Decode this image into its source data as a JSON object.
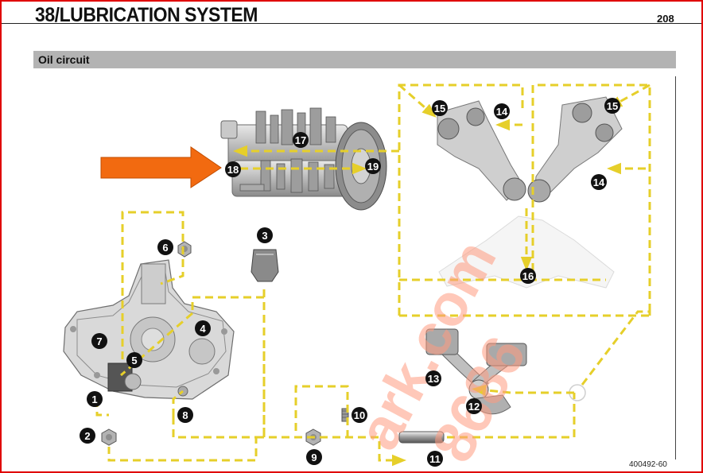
{
  "header": {
    "section_title": "38/LUBRICATION SYSTEM",
    "page_number": "208"
  },
  "subsection": {
    "title": "Oil circuit"
  },
  "figure": {
    "code": "400492-60"
  },
  "watermark": {
    "line1": "ark.com",
    "line2": "8686"
  },
  "callouts": [
    {
      "key": "c1",
      "label": "1"
    },
    {
      "key": "c2",
      "label": "2"
    },
    {
      "key": "c3",
      "label": "3"
    },
    {
      "key": "c4",
      "label": "4"
    },
    {
      "key": "c5",
      "label": "5"
    },
    {
      "key": "c6",
      "label": "6"
    },
    {
      "key": "c7",
      "label": "7"
    },
    {
      "key": "c8",
      "label": "8"
    },
    {
      "key": "c9",
      "label": "9"
    },
    {
      "key": "c10",
      "label": "10"
    },
    {
      "key": "c11",
      "label": "11"
    },
    {
      "key": "c12",
      "label": "12"
    },
    {
      "key": "c13",
      "label": "13"
    },
    {
      "key": "c14a",
      "label": "14"
    },
    {
      "key": "c14b",
      "label": "14"
    },
    {
      "key": "c15a",
      "label": "15"
    },
    {
      "key": "c15b",
      "label": "15"
    },
    {
      "key": "c16",
      "label": "16"
    },
    {
      "key": "c17",
      "label": "17"
    },
    {
      "key": "c18",
      "label": "18"
    },
    {
      "key": "c19",
      "label": "19"
    }
  ],
  "colors": {
    "oil_path": "#e6cf2a",
    "highlight_arrow": "#f26a10",
    "callout_fill": "#111111",
    "frame": "#e00000"
  }
}
